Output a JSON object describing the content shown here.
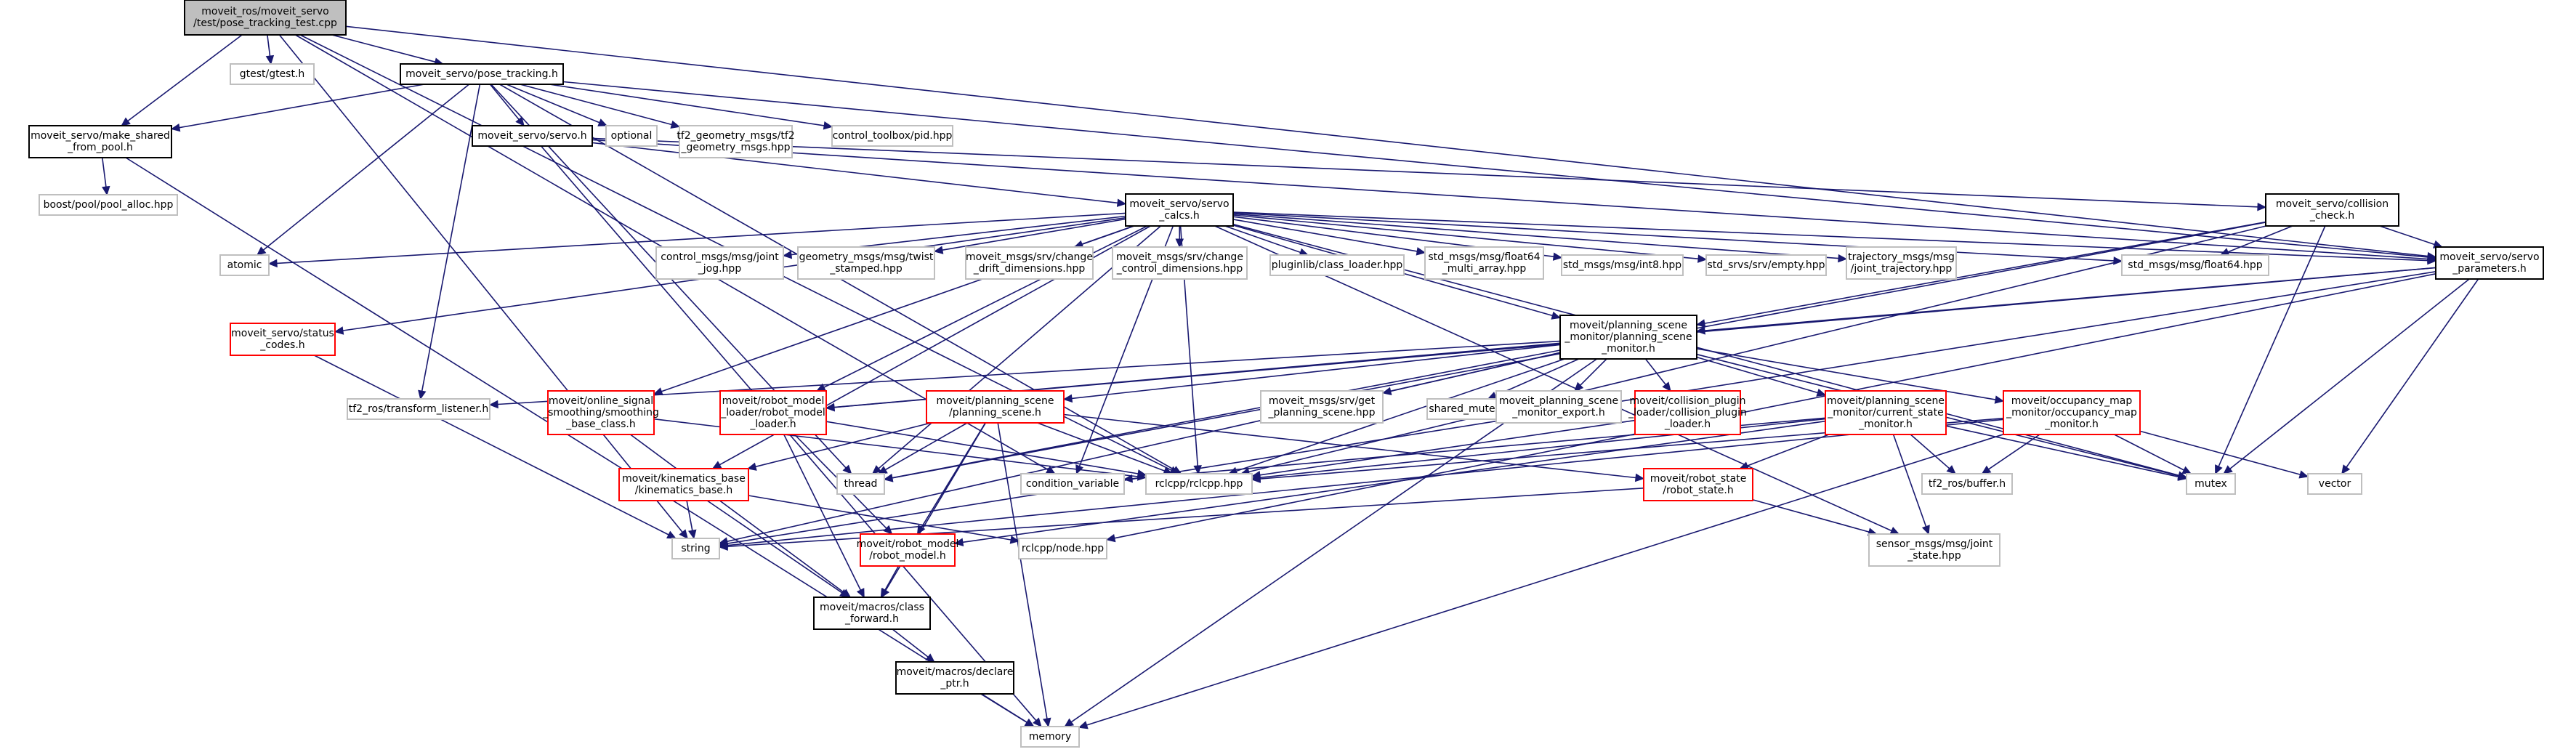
{
  "colors": {
    "edge": "#191970",
    "root_fill": "#bfbfbf",
    "root_border": "#000000",
    "normal_border": "#000000",
    "missing_border": "#bfbfbf",
    "red_border": "#ff0000",
    "node_fill": "#ffffff"
  },
  "nodes": [
    {
      "id": "root",
      "style": "root",
      "lines": [
        "moveit_ros/moveit_servo",
        "/test/pose_tracking_test.cpp"
      ]
    },
    {
      "id": "gtest",
      "style": "missing",
      "lines": [
        "gtest/gtest.h"
      ]
    },
    {
      "id": "pose_tracking",
      "style": "normal",
      "lines": [
        "moveit_servo/pose_tracking.h"
      ]
    },
    {
      "id": "make_shared",
      "style": "normal",
      "lines": [
        "moveit_servo/make_shared",
        "_from_pool.h"
      ]
    },
    {
      "id": "optional",
      "style": "missing",
      "lines": [
        "optional"
      ]
    },
    {
      "id": "tf2_geom",
      "style": "missing",
      "lines": [
        "tf2_geometry_msgs/tf2",
        "_geometry_msgs.hpp"
      ]
    },
    {
      "id": "pid",
      "style": "missing",
      "lines": [
        "control_toolbox/pid.hpp"
      ]
    },
    {
      "id": "servo_h",
      "style": "normal",
      "lines": [
        "moveit_servo/servo.h"
      ]
    },
    {
      "id": "pool_alloc",
      "style": "missing",
      "lines": [
        "boost/pool/pool_alloc.hpp"
      ]
    },
    {
      "id": "servo_calcs",
      "style": "normal",
      "lines": [
        "moveit_servo/servo",
        "_calcs.h"
      ]
    },
    {
      "id": "collision_check",
      "style": "normal",
      "lines": [
        "moveit_servo/collision",
        "_check.h"
      ]
    },
    {
      "id": "atomic",
      "style": "missing",
      "lines": [
        "atomic"
      ]
    },
    {
      "id": "joint_jog",
      "style": "missing",
      "lines": [
        "control_msgs/msg/joint",
        "_jog.hpp"
      ]
    },
    {
      "id": "twist",
      "style": "missing",
      "lines": [
        "geometry_msgs/msg/twist",
        "_stamped.hpp"
      ]
    },
    {
      "id": "drift",
      "style": "missing",
      "lines": [
        "moveit_msgs/srv/change",
        "_drift_dimensions.hpp"
      ]
    },
    {
      "id": "control_dims",
      "style": "missing",
      "lines": [
        "moveit_msgs/srv/change",
        "_control_dimensions.hpp"
      ]
    },
    {
      "id": "class_loader",
      "style": "missing",
      "lines": [
        "pluginlib/class_loader.hpp"
      ]
    },
    {
      "id": "f64multi",
      "style": "missing",
      "lines": [
        "std_msgs/msg/float64",
        "_multi_array.hpp"
      ]
    },
    {
      "id": "int8",
      "style": "missing",
      "lines": [
        "std_msgs/msg/int8.hpp"
      ]
    },
    {
      "id": "empty",
      "style": "missing",
      "lines": [
        "std_srvs/srv/empty.hpp"
      ]
    },
    {
      "id": "joint_traj",
      "style": "missing",
      "lines": [
        "trajectory_msgs/msg",
        "/joint_trajectory.hpp"
      ]
    },
    {
      "id": "float64",
      "style": "missing",
      "lines": [
        "std_msgs/msg/float64.hpp"
      ]
    },
    {
      "id": "servo_params",
      "style": "normal",
      "lines": [
        "moveit_servo/servo",
        "_parameters.h"
      ]
    },
    {
      "id": "status_codes",
      "style": "red",
      "lines": [
        "moveit_servo/status",
        "_codes.h"
      ]
    },
    {
      "id": "psm",
      "style": "normal",
      "lines": [
        "moveit/planning_scene",
        "_monitor/planning_scene",
        "_monitor.h"
      ]
    },
    {
      "id": "tf2_listener",
      "style": "missing",
      "lines": [
        "tf2_ros/transform_listener.h"
      ]
    },
    {
      "id": "smoothing",
      "style": "red",
      "lines": [
        "moveit/online_signal",
        "_smoothing/smoothing",
        "_base_class.h"
      ]
    },
    {
      "id": "rml",
      "style": "red",
      "lines": [
        "moveit/robot_model",
        "_loader/robot_model",
        "_loader.h"
      ]
    },
    {
      "id": "planning_scene",
      "style": "red",
      "lines": [
        "moveit/planning_scene",
        "/planning_scene.h"
      ]
    },
    {
      "id": "get_ps",
      "style": "missing",
      "lines": [
        "moveit_msgs/srv/get",
        "_planning_scene.hpp"
      ]
    },
    {
      "id": "shared_mutex",
      "style": "missing",
      "lines": [
        "shared_mutex"
      ]
    },
    {
      "id": "psm_export",
      "style": "missing",
      "lines": [
        "moveit_planning_scene",
        "_monitor_export.h"
      ]
    },
    {
      "id": "collision_plugin",
      "style": "red",
      "lines": [
        "moveit/collision_plugin",
        "_loader/collision_plugin",
        "_loader.h"
      ]
    },
    {
      "id": "csm",
      "style": "red",
      "lines": [
        "moveit/planning_scene",
        "_monitor/current_state",
        "_monitor.h"
      ]
    },
    {
      "id": "occupancy",
      "style": "red",
      "lines": [
        "moveit/occupancy_map",
        "_monitor/occupancy_map",
        "_monitor.h"
      ]
    },
    {
      "id": "kinematics",
      "style": "red",
      "lines": [
        "moveit/kinematics_base",
        "/kinematics_base.h"
      ]
    },
    {
      "id": "thread",
      "style": "missing",
      "lines": [
        "thread"
      ]
    },
    {
      "id": "condvar",
      "style": "missing",
      "lines": [
        "condition_variable"
      ]
    },
    {
      "id": "rclcpp",
      "style": "missing",
      "lines": [
        "rclcpp/rclcpp.hpp"
      ]
    },
    {
      "id": "robot_state",
      "style": "red",
      "lines": [
        "moveit/robot_state",
        "/robot_state.h"
      ]
    },
    {
      "id": "tf2_buffer",
      "style": "missing",
      "lines": [
        "tf2_ros/buffer.h"
      ]
    },
    {
      "id": "mutex",
      "style": "missing",
      "lines": [
        "mutex"
      ]
    },
    {
      "id": "vector",
      "style": "missing",
      "lines": [
        "vector"
      ]
    },
    {
      "id": "string",
      "style": "missing",
      "lines": [
        "string"
      ]
    },
    {
      "id": "robot_model",
      "style": "red",
      "lines": [
        "moveit/robot_model",
        "/robot_model.h"
      ]
    },
    {
      "id": "node_hpp",
      "style": "missing",
      "lines": [
        "rclcpp/node.hpp"
      ]
    },
    {
      "id": "joint_state",
      "style": "missing",
      "lines": [
        "sensor_msgs/msg/joint",
        "_state.hpp"
      ]
    },
    {
      "id": "class_forward",
      "style": "normal",
      "lines": [
        "moveit/macros/class",
        "_forward.h"
      ]
    },
    {
      "id": "declare_ptr",
      "style": "normal",
      "lines": [
        "moveit/macros/declare",
        "_ptr.h"
      ]
    },
    {
      "id": "memory",
      "style": "missing",
      "lines": [
        "memory"
      ]
    }
  ]
}
